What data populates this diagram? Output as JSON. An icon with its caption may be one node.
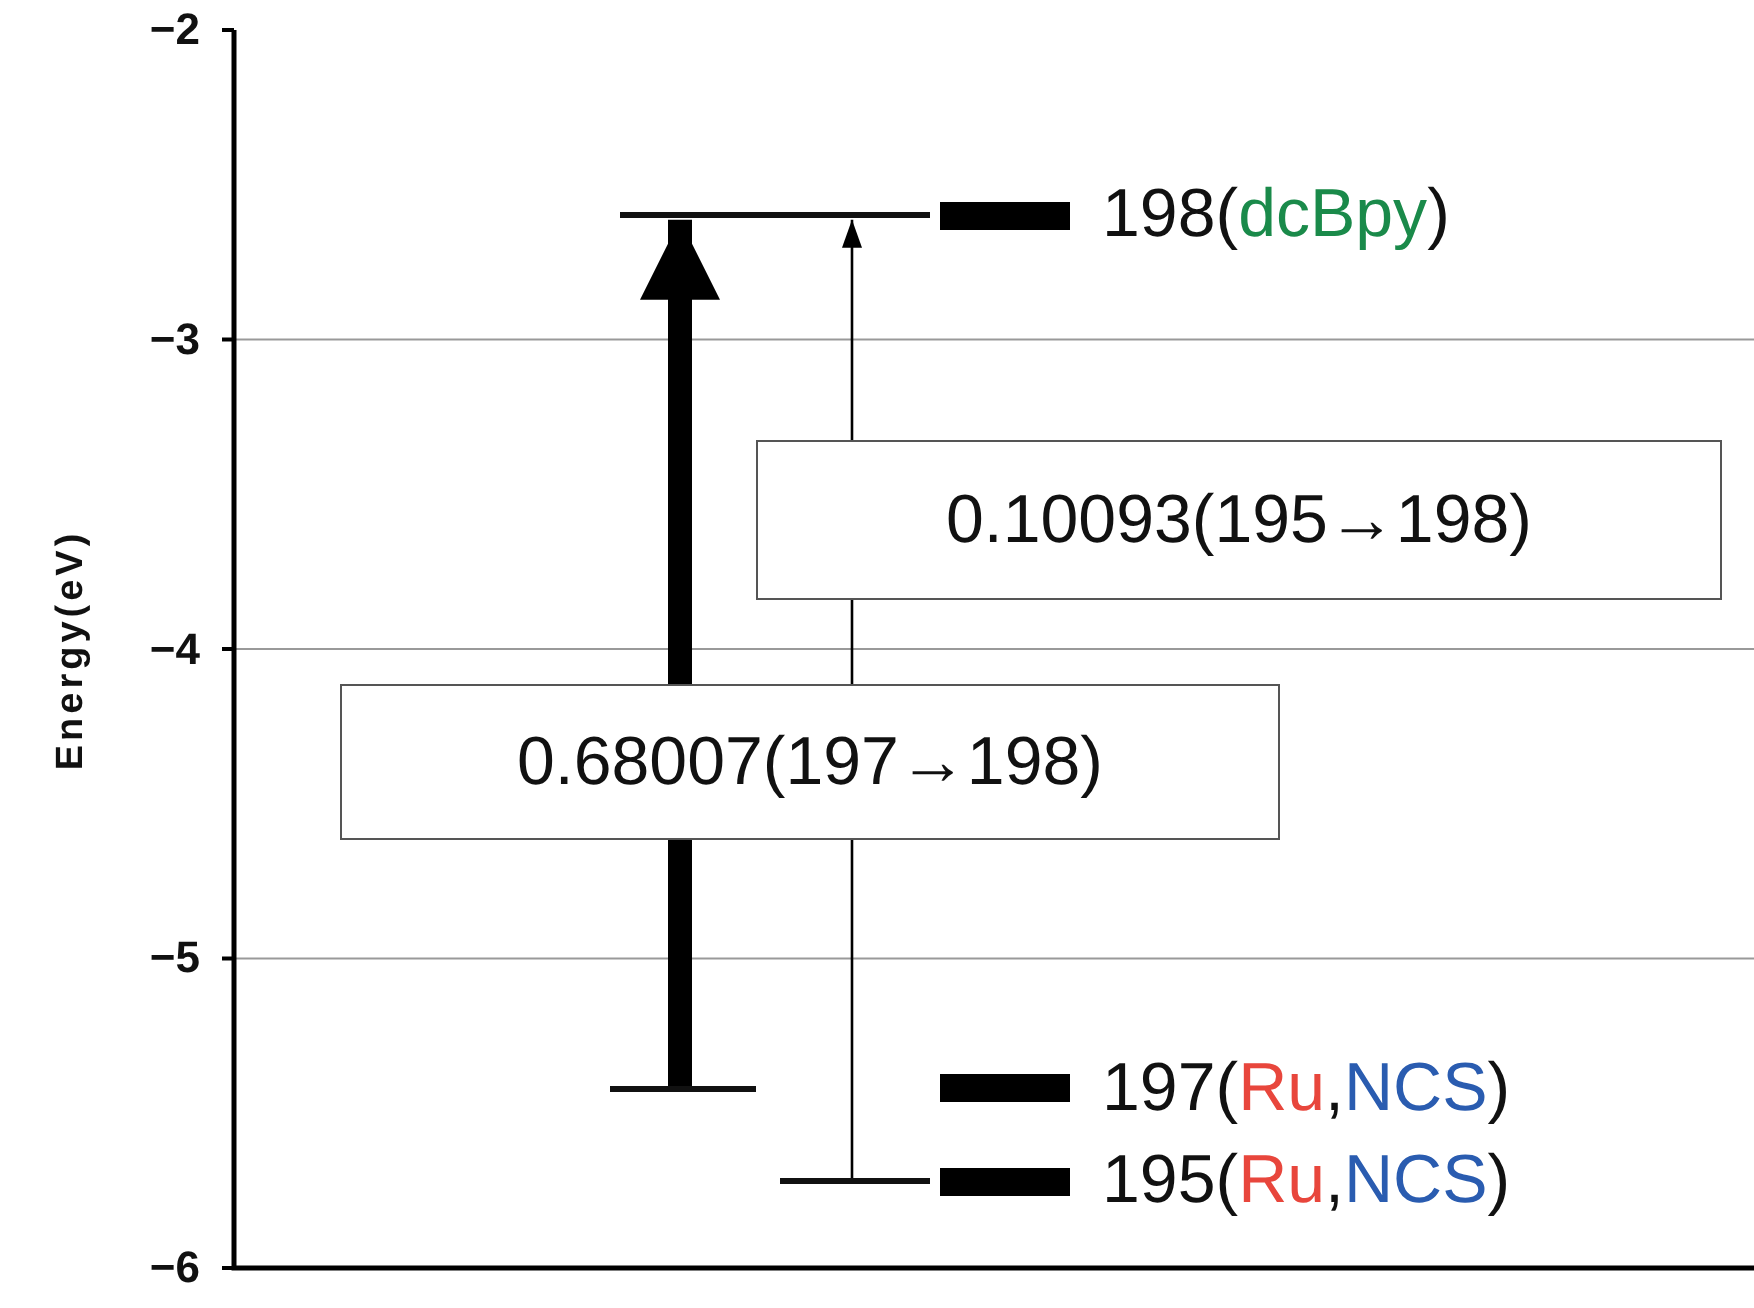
{
  "diagram": {
    "nodes": [
      {
        "text": [],
        "shape": "bar"
      },
      {
        "text": [],
        "shape": "bar"
      },
      {
        "text": [],
        "shape": "bar"
      }
    ],
    "edges": [
      {
        "from": 1,
        "to": 0,
        "arrow": "to",
        "style": "thick",
        "label": "0.68007(197→198)"
      },
      {
        "from": 2,
        "to": 0,
        "arrow": "to",
        "label": "0.10093(195→198)"
      }
    ],
    "labels": [
      "Energy(eV)",
      "−2",
      "−3",
      "−4",
      "−5",
      "−6",
      "198(dcBpy)",
      "197(Ru,NCS)",
      "195(Ru,NCS)"
    ]
  }
}
